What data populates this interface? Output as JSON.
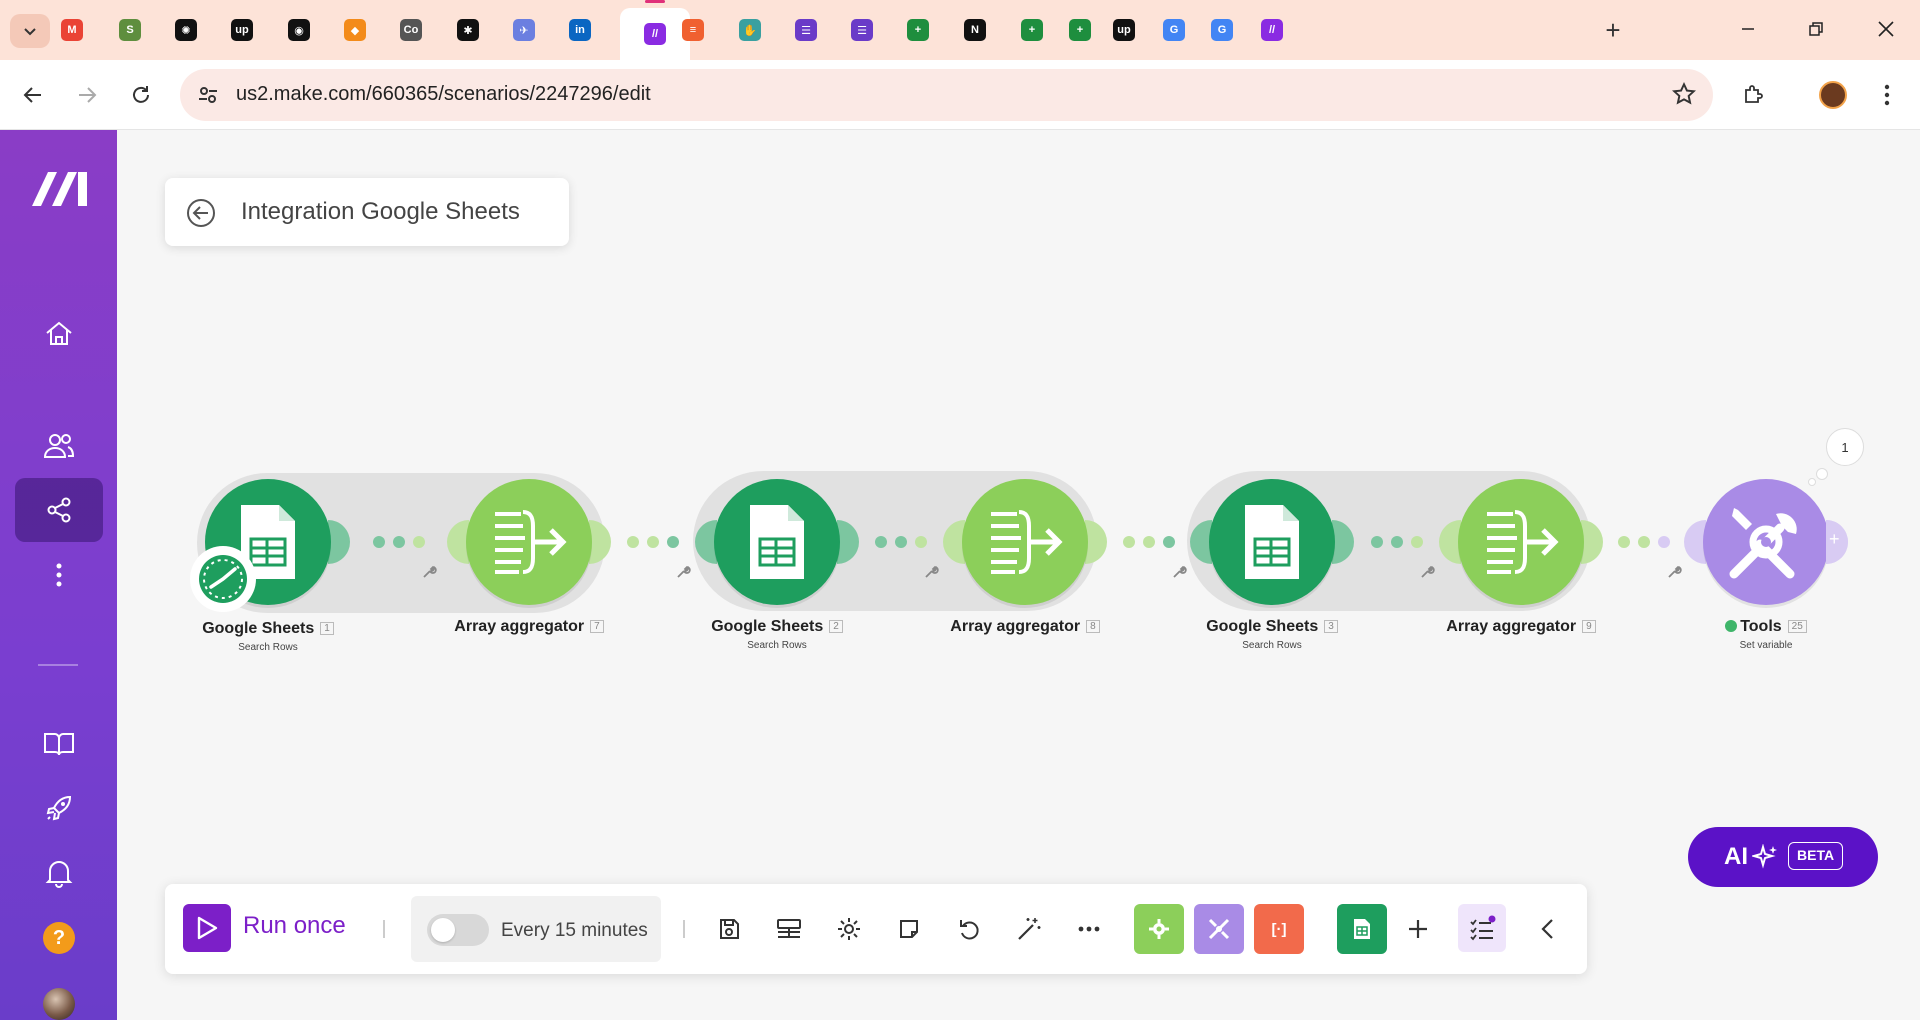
{
  "browser": {
    "url": "us2.make.com/660365/scenarios/2247296/edit",
    "tabs": [
      {
        "icon": "gmail-icon",
        "glyph": "M",
        "color": "#ea4335"
      },
      {
        "icon": "shopify-icon",
        "glyph": "S",
        "color": "#5e8e3e"
      },
      {
        "icon": "chatgpt-icon",
        "glyph": "✺",
        "color": "#111111"
      },
      {
        "icon": "upwork-icon",
        "glyph": "up",
        "color": "#111111"
      },
      {
        "icon": "perplexity-icon",
        "glyph": "◉",
        "color": "#111111"
      },
      {
        "icon": "orange-cube-icon",
        "glyph": "◆",
        "color": "#f38b1a"
      },
      {
        "icon": "coda-icon",
        "glyph": "Co",
        "color": "#555555"
      },
      {
        "icon": "asterisk-icon",
        "glyph": "✱",
        "color": "#111111"
      },
      {
        "icon": "bird-icon",
        "glyph": "✈",
        "color": "#6b7fe0"
      },
      {
        "icon": "linkedin-icon",
        "glyph": "in",
        "color": "#0a66c2"
      },
      {
        "icon": "make-icon",
        "glyph": "//",
        "color": "#8a2be2"
      },
      {
        "icon": "stack-icon",
        "glyph": "≡",
        "color": "#f06030"
      },
      {
        "icon": "hands-icon",
        "glyph": "✋",
        "color": "#3aa0a0"
      },
      {
        "icon": "forms-icon",
        "glyph": "☰",
        "color": "#6a3bc8"
      },
      {
        "icon": "forms-icon",
        "glyph": "☰",
        "color": "#6a3bc8"
      },
      {
        "icon": "sheets-icon",
        "glyph": "+",
        "color": "#1e8e3e"
      },
      {
        "icon": "notion-icon",
        "glyph": "N",
        "color": "#111111"
      },
      {
        "icon": "sheets-icon",
        "glyph": "+",
        "color": "#1e8e3e"
      },
      {
        "icon": "sheets-icon",
        "glyph": "+",
        "color": "#1e8e3e"
      },
      {
        "icon": "upwork-icon",
        "glyph": "up",
        "color": "#111111"
      },
      {
        "icon": "google-icon",
        "glyph": "G",
        "color": "#4285f4"
      },
      {
        "icon": "google-icon",
        "glyph": "G",
        "color": "#4285f4"
      },
      {
        "icon": "make-icon",
        "glyph": "//",
        "color": "#8a2be2"
      }
    ],
    "new_tab": "+"
  },
  "scenario": {
    "title": "Integration Google Sheets"
  },
  "modules": [
    {
      "name": "Google Sheets",
      "index": "1",
      "subtitle": "Search Rows",
      "kind": "sheets"
    },
    {
      "name": "Array aggregator",
      "index": "7",
      "subtitle": "",
      "kind": "aggregator"
    },
    {
      "name": "Google Sheets",
      "index": "2",
      "subtitle": "Search Rows",
      "kind": "sheets"
    },
    {
      "name": "Array aggregator",
      "index": "8",
      "subtitle": "",
      "kind": "aggregator"
    },
    {
      "name": "Google Sheets",
      "index": "3",
      "subtitle": "Search Rows",
      "kind": "sheets"
    },
    {
      "name": "Array aggregator",
      "index": "9",
      "subtitle": "",
      "kind": "aggregator"
    },
    {
      "name": "Tools",
      "index": "25",
      "subtitle": "Set variable",
      "kind": "tools"
    }
  ],
  "tools_counter": "1",
  "bottom": {
    "run_label": "Run once",
    "schedule_label": "Every 15 minutes",
    "scheduling_on": false
  },
  "ai": {
    "label": "AI",
    "badge": "BETA"
  },
  "colors": {
    "brand_purple": "#7c1fc8",
    "sheets_green": "#1e9e5e",
    "aggregator_green": "#8ccf5a",
    "tools_purple": "#a98be6",
    "ai_purple": "#5b12c7"
  }
}
